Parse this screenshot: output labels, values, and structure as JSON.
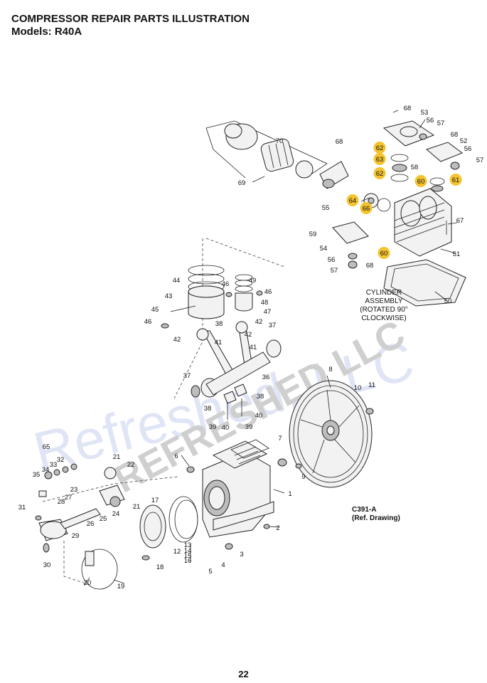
{
  "header": {
    "title": "COMPRESSOR REPAIR PARTS ILLUSTRATION",
    "subtitle": "Models:  R40A"
  },
  "notes": {
    "cylinder_assembly": [
      "CYLINDER",
      "ASSEMBLY",
      "(ROTATED 90°",
      "CLOCKWISE)"
    ],
    "reference_drawing": [
      "C391-A",
      "(Ref. Drawing)"
    ]
  },
  "watermark": {
    "line1": "Refreshed, LLC",
    "line2": "REFRESHED LLC"
  },
  "colors": {
    "highlight": "#f4c430",
    "watermark": "#c8d0f0",
    "ink": "#111111"
  },
  "callouts": [
    {
      "id": "c68a",
      "label": "68",
      "highlight": false
    },
    {
      "id": "c53",
      "label": "53",
      "highlight": false
    },
    {
      "id": "c56a",
      "label": "56",
      "highlight": false
    },
    {
      "id": "c57a",
      "label": "57",
      "highlight": false
    },
    {
      "id": "c68b",
      "label": "68",
      "highlight": false
    },
    {
      "id": "c52",
      "label": "52",
      "highlight": false
    },
    {
      "id": "c56b",
      "label": "56",
      "highlight": false
    },
    {
      "id": "c57b",
      "label": "57",
      "highlight": false
    },
    {
      "id": "c70",
      "label": "70",
      "highlight": false
    },
    {
      "id": "c68c",
      "label": "68",
      "highlight": false
    },
    {
      "id": "c62a",
      "label": "62",
      "highlight": true
    },
    {
      "id": "c63",
      "label": "63",
      "highlight": true
    },
    {
      "id": "c62b",
      "label": "62",
      "highlight": true
    },
    {
      "id": "c58",
      "label": "58",
      "highlight": false
    },
    {
      "id": "c60a",
      "label": "60",
      "highlight": true
    },
    {
      "id": "c61",
      "label": "61",
      "highlight": true
    },
    {
      "id": "c69",
      "label": "69",
      "highlight": false
    },
    {
      "id": "c64",
      "label": "64",
      "highlight": true
    },
    {
      "id": "c55",
      "label": "55",
      "highlight": false
    },
    {
      "id": "c66",
      "label": "66",
      "highlight": true
    },
    {
      "id": "c67",
      "label": "67",
      "highlight": false
    },
    {
      "id": "c59",
      "label": "59",
      "highlight": false
    },
    {
      "id": "c54",
      "label": "54",
      "highlight": false
    },
    {
      "id": "c60b",
      "label": "60",
      "highlight": true
    },
    {
      "id": "c51",
      "label": "51",
      "highlight": false
    },
    {
      "id": "c56c",
      "label": "56",
      "highlight": false
    },
    {
      "id": "c57c",
      "label": "57",
      "highlight": false
    },
    {
      "id": "c68d",
      "label": "68",
      "highlight": false
    },
    {
      "id": "c44",
      "label": "44",
      "highlight": false
    },
    {
      "id": "c50",
      "label": "50",
      "highlight": false
    },
    {
      "id": "c49",
      "label": "49",
      "highlight": false
    },
    {
      "id": "c46a",
      "label": "46",
      "highlight": false
    },
    {
      "id": "c46b",
      "label": "46",
      "highlight": false
    },
    {
      "id": "c43",
      "label": "43",
      "highlight": false
    },
    {
      "id": "c48",
      "label": "48",
      "highlight": false
    },
    {
      "id": "c47",
      "label": "47",
      "highlight": false
    },
    {
      "id": "c45",
      "label": "45",
      "highlight": false
    },
    {
      "id": "c46c",
      "label": "46",
      "highlight": false
    },
    {
      "id": "c42a",
      "label": "42",
      "highlight": false
    },
    {
      "id": "c38a",
      "label": "38",
      "highlight": false
    },
    {
      "id": "c42b",
      "label": "42",
      "highlight": false
    },
    {
      "id": "c41a",
      "label": "41",
      "highlight": false
    },
    {
      "id": "c37a",
      "label": "37",
      "highlight": false
    },
    {
      "id": "c42c",
      "label": "42",
      "highlight": false
    },
    {
      "id": "c41b",
      "label": "41",
      "highlight": false
    },
    {
      "id": "c8",
      "label": "8",
      "highlight": false
    },
    {
      "id": "c37b",
      "label": "37",
      "highlight": false
    },
    {
      "id": "c36",
      "label": "36",
      "highlight": false
    },
    {
      "id": "c10",
      "label": "10",
      "highlight": false
    },
    {
      "id": "c11",
      "label": "11",
      "highlight": false
    },
    {
      "id": "c38b",
      "label": "38",
      "highlight": false
    },
    {
      "id": "c38c",
      "label": "38",
      "highlight": false
    },
    {
      "id": "c40a",
      "label": "40",
      "highlight": false
    },
    {
      "id": "c39a",
      "label": "39",
      "highlight": false
    },
    {
      "id": "c39b",
      "label": "39",
      "highlight": false
    },
    {
      "id": "c40b",
      "label": "40",
      "highlight": false
    },
    {
      "id": "c7",
      "label": "7",
      "highlight": false
    },
    {
      "id": "c65",
      "label": "65",
      "highlight": false
    },
    {
      "id": "c6",
      "label": "6",
      "highlight": false
    },
    {
      "id": "c21a",
      "label": "21",
      "highlight": false
    },
    {
      "id": "c35",
      "label": "35",
      "highlight": false
    },
    {
      "id": "c34",
      "label": "34",
      "highlight": false
    },
    {
      "id": "c33",
      "label": "33",
      "highlight": false
    },
    {
      "id": "c32",
      "label": "32",
      "highlight": false
    },
    {
      "id": "c22",
      "label": "22",
      "highlight": false
    },
    {
      "id": "c9",
      "label": "9",
      "highlight": false
    },
    {
      "id": "c23",
      "label": "23",
      "highlight": false
    },
    {
      "id": "c1",
      "label": "1",
      "highlight": false
    },
    {
      "id": "c28",
      "label": "28",
      "highlight": false
    },
    {
      "id": "c27",
      "label": "27",
      "highlight": false
    },
    {
      "id": "c17",
      "label": "17",
      "highlight": false
    },
    {
      "id": "c21b",
      "label": "21",
      "highlight": false
    },
    {
      "id": "c31",
      "label": "31",
      "highlight": false
    },
    {
      "id": "c24",
      "label": "24",
      "highlight": false
    },
    {
      "id": "c25",
      "label": "25",
      "highlight": false
    },
    {
      "id": "c26",
      "label": "26",
      "highlight": false
    },
    {
      "id": "c29",
      "label": "29",
      "highlight": false
    },
    {
      "id": "c2",
      "label": "2",
      "highlight": false
    },
    {
      "id": "c13",
      "label": "13",
      "highlight": false
    },
    {
      "id": "c14",
      "label": "14",
      "highlight": false
    },
    {
      "id": "c15",
      "label": "15",
      "highlight": false
    },
    {
      "id": "c16",
      "label": "16",
      "highlight": false
    },
    {
      "id": "c12",
      "label": "12",
      "highlight": false
    },
    {
      "id": "c3",
      "label": "3",
      "highlight": false
    },
    {
      "id": "c30",
      "label": "30",
      "highlight": false
    },
    {
      "id": "c4",
      "label": "4",
      "highlight": false
    },
    {
      "id": "c18",
      "label": "18",
      "highlight": false
    },
    {
      "id": "c5",
      "label": "5",
      "highlight": false
    },
    {
      "id": "c20",
      "label": "20",
      "highlight": false
    },
    {
      "id": "c19",
      "label": "19",
      "highlight": false
    }
  ],
  "footer": {
    "page_number": "22"
  }
}
